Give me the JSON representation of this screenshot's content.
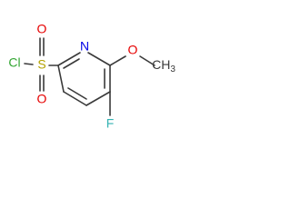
{
  "molecule": {
    "atoms": {
      "cl": {
        "symbol": "Cl",
        "color": "#33a633"
      },
      "s": {
        "symbol": "S",
        "color": "#b3a100"
      },
      "o_top": {
        "symbol": "O",
        "color": "#e60000"
      },
      "o_bottom": {
        "symbol": "O",
        "color": "#e60000"
      },
      "n": {
        "symbol": "N",
        "color": "#0000e6"
      },
      "o_methoxy": {
        "symbol": "O",
        "color": "#e60000"
      },
      "methyl": {
        "symbol": "CH3",
        "color": "#3a3a3a"
      },
      "f": {
        "symbol": "F",
        "color": "#33b3b3"
      }
    },
    "bond_color": "#3a3a3a"
  }
}
